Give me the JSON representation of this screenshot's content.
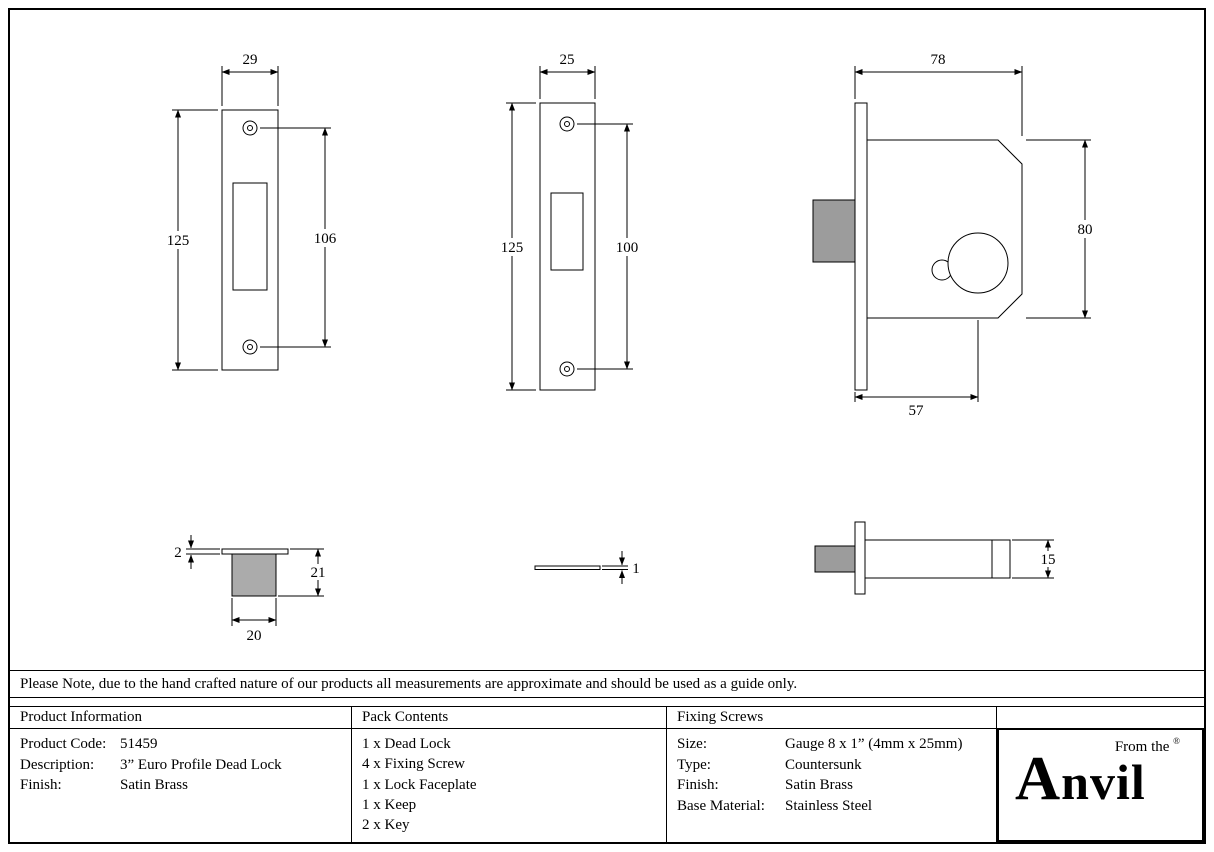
{
  "note": "Please Note, due to the hand crafted nature of our products all measurements are approximate and should be used as a guide only.",
  "table": {
    "product_information": {
      "header": "Product Information",
      "rows": [
        {
          "label": "Product Code:",
          "value": "51459"
        },
        {
          "label": "Description:",
          "value": "3” Euro Profile Dead Lock"
        },
        {
          "label": "Finish:",
          "value": "Satin Brass"
        }
      ]
    },
    "pack_contents": {
      "header": "Pack Contents",
      "items": [
        "1 x Dead Lock",
        "4 x Fixing Screw",
        "1 x Lock Faceplate",
        "1 x Keep",
        "2 x Key"
      ]
    },
    "fixing_screws": {
      "header": "Fixing Screws",
      "rows": [
        {
          "label": "Size:",
          "value": "Gauge 8 x 1” (4mm x 25mm)"
        },
        {
          "label": "Type:",
          "value": "Countersunk"
        },
        {
          "label": "Finish:",
          "value": "Satin Brass"
        },
        {
          "label": "Base Material:",
          "value": "Stainless Steel"
        }
      ]
    }
  },
  "logo": {
    "prefix": "From the",
    "registered": "®",
    "name": "Anvil"
  },
  "drawings": {
    "lock_faceplate_front": {
      "width_mm": "29",
      "height_mm": "125",
      "hole_spacing_mm": "106"
    },
    "keep_plate_front": {
      "width_mm": "25",
      "height_mm": "125",
      "hole_spacing_mm": "100"
    },
    "lock_body_front": {
      "depth_mm": "78",
      "height_mm": "80",
      "backset_mm": "57"
    },
    "keep_box_profile": {
      "lip_mm": "2",
      "height_mm": "21",
      "width_mm": "20"
    },
    "faceplate_edge": {
      "thickness_mm": "1"
    },
    "lock_body_edge": {
      "thickness_mm": "15"
    }
  },
  "colors": {
    "line": "#000000",
    "bolt_fill": "#9c9c9c",
    "background": "#ffffff"
  }
}
